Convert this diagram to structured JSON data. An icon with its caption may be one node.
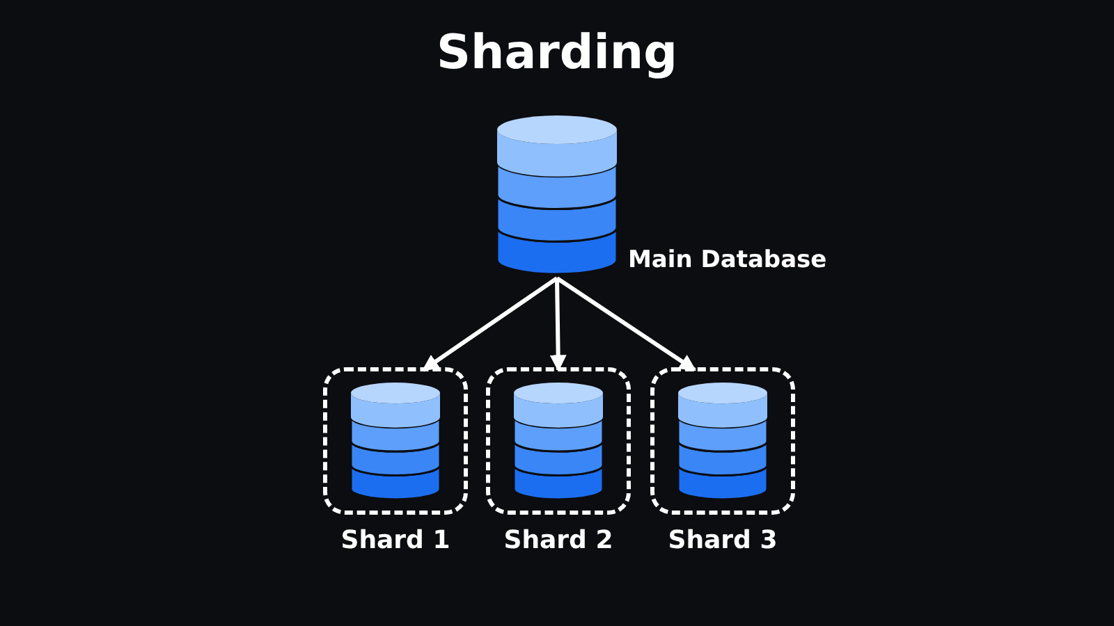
{
  "diagram": {
    "title": "Sharding",
    "nodes": [
      {
        "text": [],
        "shape": "cylinder",
        "beside": [
          "Main Database"
        ]
      },
      {
        "text": [
          "Shard 1"
        ]
      },
      {
        "text": [
          "Shard 2"
        ]
      },
      {
        "text": [
          "Shard 3"
        ]
      }
    ],
    "edges": [
      {
        "from": 0,
        "to": 1,
        "arrow": "to"
      },
      {
        "from": 0,
        "to": 2,
        "arrow": "to"
      },
      {
        "from": 0,
        "to": 3,
        "arrow": "to"
      }
    ]
  }
}
